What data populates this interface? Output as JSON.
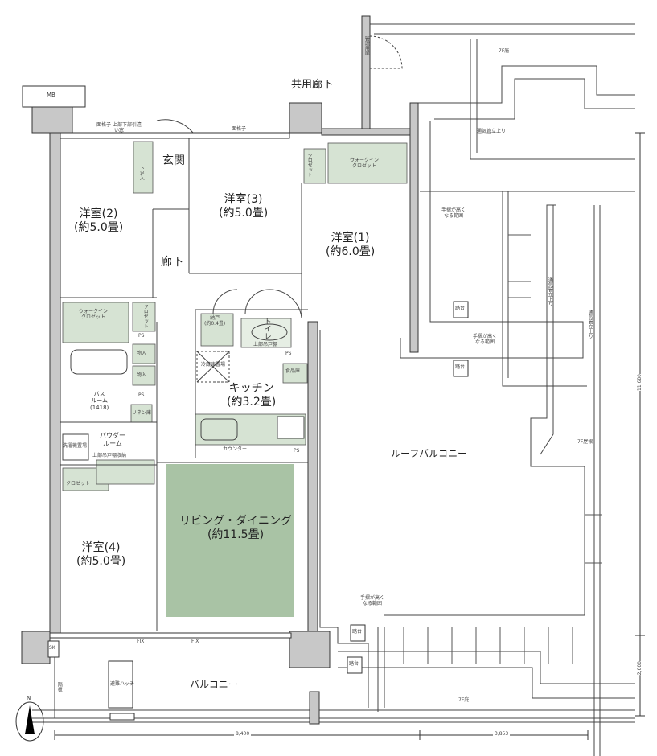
{
  "title": "Floor plan",
  "colors": {
    "wall": "#c8c8c8",
    "storage": "#d6e3d3",
    "living": "#a9c3a5",
    "line": "#333333"
  },
  "corridor": {
    "label": "共用廊下",
    "mb": "MB",
    "door": "管理用扉"
  },
  "windows": {
    "grille_sliding": "面格子 上部下部引違い窓",
    "grille": "面格子",
    "fix": "FIX"
  },
  "rooms": {
    "entrance": "玄関",
    "shoe": "下足入",
    "hallway": "廊下",
    "western2": {
      "name": "洋室(2)",
      "size": "(約5.0畳)"
    },
    "western3": {
      "name": "洋室(3)",
      "size": "(約5.0畳)"
    },
    "western1": {
      "name": "洋室(1)",
      "size": "(約6.0畳)"
    },
    "western4": {
      "name": "洋室(4)",
      "size": "(約5.0畳)"
    },
    "kitchen": {
      "name": "キッチン",
      "size": "(約3.2畳)"
    },
    "ld": {
      "name": "リビング・ダイニング",
      "size": "(約11.5畳)"
    },
    "bath": {
      "name": "バス\nルーム",
      "size": "(1418)"
    },
    "powder": {
      "name": "パウダー\nルーム"
    },
    "toilet": "トイレ",
    "nando": {
      "name": "納戸",
      "size": "(約0.4畳)"
    }
  },
  "storage": {
    "closet": "クロゼット",
    "walkin": "ウォークイン",
    "walkin_closet": "クロゼット",
    "monoire": "物入",
    "linen": "リネン庫",
    "pantry": "食品庫",
    "fridge": "冷蔵庫置場",
    "washer": "洗濯機置場",
    "upper_cabinet": "上部吊戸棚",
    "upper_cabinet_storage": "上部吊戸棚収納",
    "counter": "カウンター",
    "ps": "PS"
  },
  "outside": {
    "roof_balcony": "ルーフバルコニー",
    "balcony": "バルコニー",
    "eave": "7F庇",
    "roof": "7F屋根",
    "vent": "通気管立上り",
    "handrail": "手摺が高くなる範囲",
    "step": "踏台",
    "hatch": "避難ハッチ",
    "partition": "隔板",
    "sk": "SK",
    "north": "N"
  },
  "dimensions": {
    "width_main": "8,400",
    "width_roof": "3,853",
    "depth_main": "11,680",
    "depth_balcony": "2,000"
  }
}
